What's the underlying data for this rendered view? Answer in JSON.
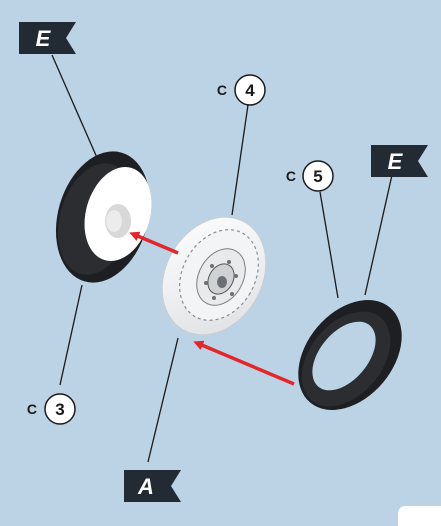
{
  "diagram": {
    "flags": [
      {
        "id": "flag-e-left",
        "letter": "E"
      },
      {
        "id": "flag-e-right",
        "letter": "E"
      },
      {
        "id": "flag-a",
        "letter": "A"
      }
    ],
    "callouts": [
      {
        "id": "callout-4",
        "prefix": "C",
        "number": "4"
      },
      {
        "id": "callout-5",
        "prefix": "C",
        "number": "5"
      },
      {
        "id": "callout-3",
        "prefix": "C",
        "number": "3"
      }
    ]
  },
  "colors": {
    "background": "#bcd3e6",
    "tire": "#1e1f22",
    "flag": "#222a33",
    "arrow": "#e4262a",
    "line": "#1a1a1a"
  },
  "icons": [
    "flag-icon",
    "arrow-icon",
    "tire-icon",
    "wheel-rim-icon"
  ]
}
